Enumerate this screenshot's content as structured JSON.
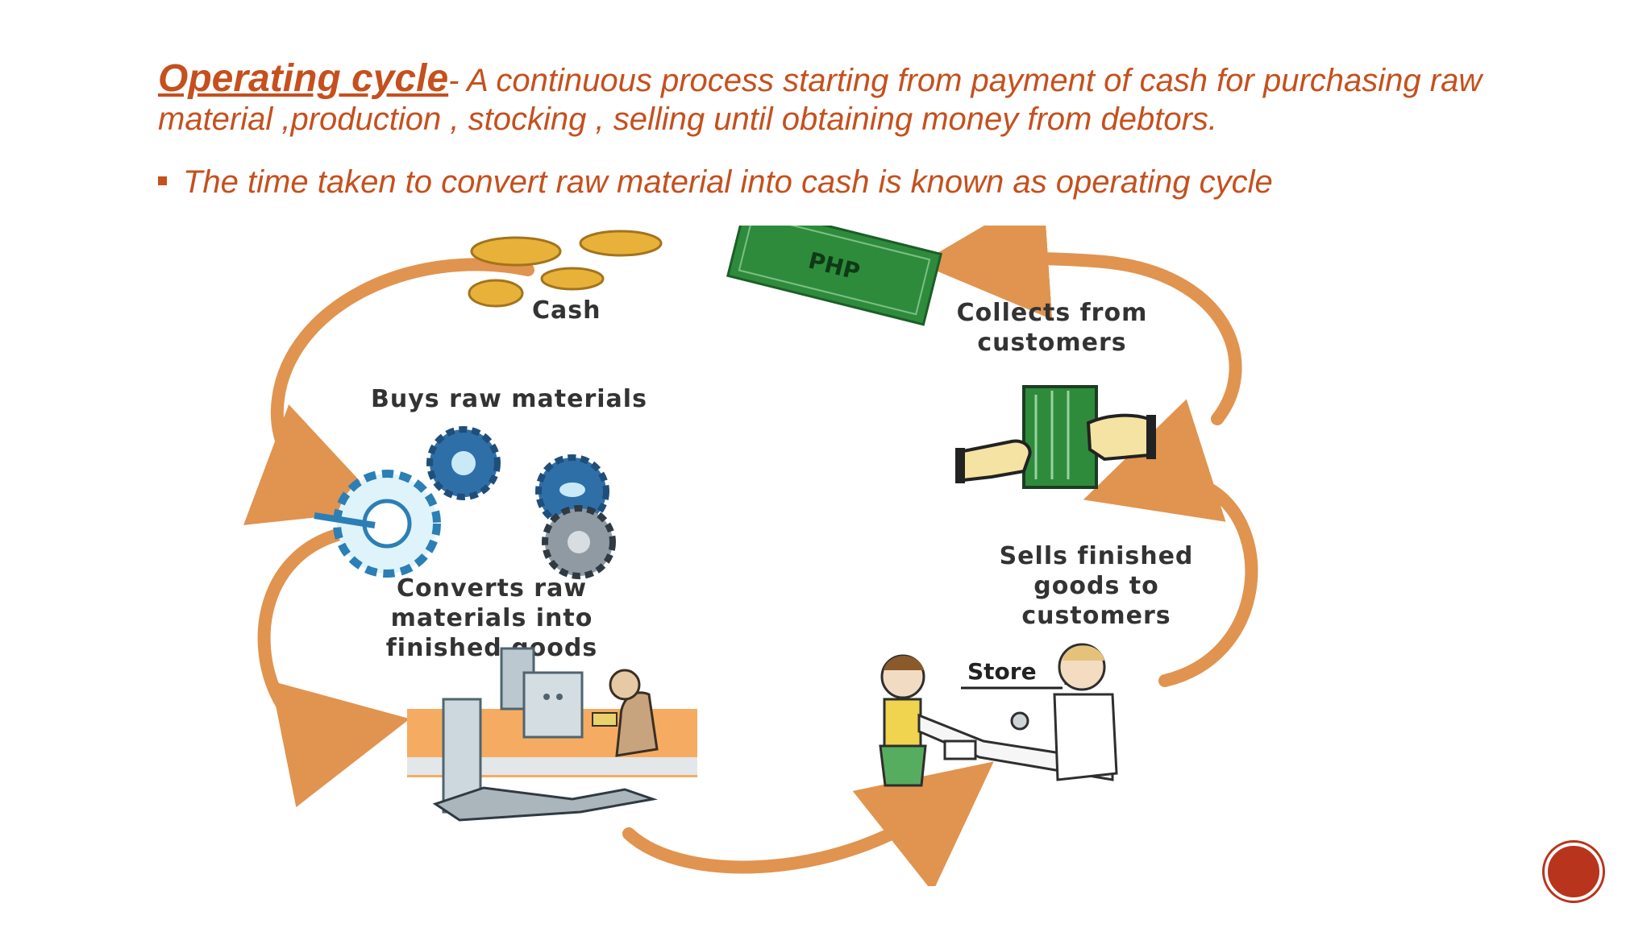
{
  "slide": {
    "intro_term": "Operating cycle",
    "intro_text": "- A continuous process starting from payment of cash for purchasing raw material ,production , stocking , selling until obtaining money from debtors.",
    "bullet": "The time taken to convert raw material into cash is known as operating cycle"
  },
  "diagram": {
    "cash_label": "Cash",
    "buys_label": "Buys raw materials",
    "converts_lines": [
      "Converts raw",
      "materials into",
      "finished goods"
    ],
    "collects_lines": [
      "Collects from",
      "customers"
    ],
    "sells_lines": [
      "Sells finished",
      "goods to",
      "customers"
    ],
    "store_sign": "Store",
    "money_stamp": "PHP"
  },
  "colors": {
    "text_accent": "#c5501e",
    "arrow": "#e0944f",
    "money": "#2e8b3c",
    "coin": "#e8b23a",
    "gear": "#2b7fb5",
    "nav_button": "#b9341c"
  },
  "icons": {
    "nav": "circle-button"
  }
}
